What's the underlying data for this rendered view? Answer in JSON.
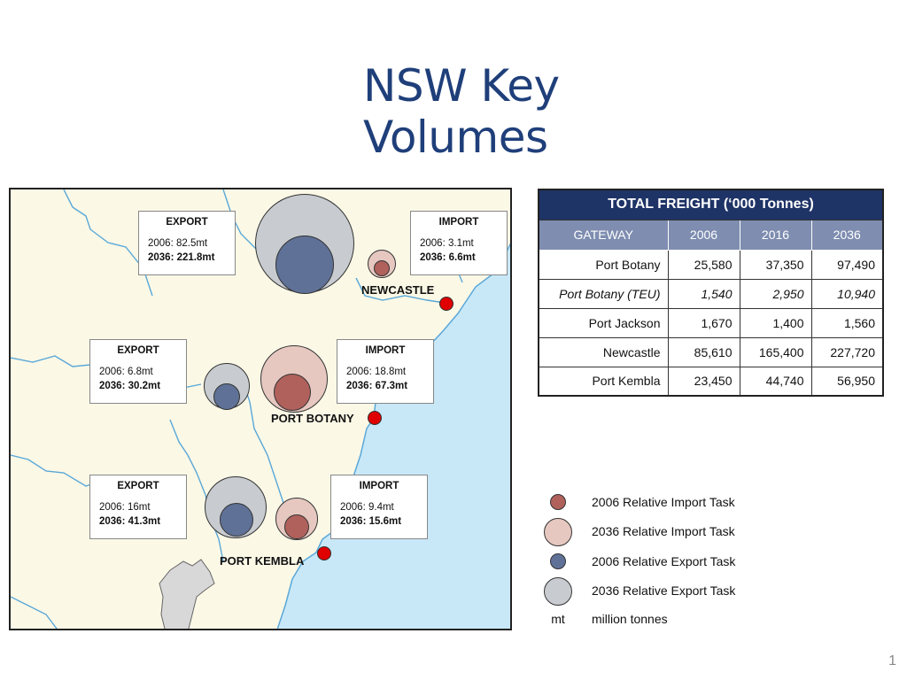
{
  "title": "NSW Key Volumes",
  "colors": {
    "import_2006": "#b0615c",
    "import_2036": "#e6c8c0",
    "export_2006": "#5f7196",
    "export_2036": "#c8ccd0",
    "port_marker": "#e00000",
    "table_title_bg": "#1e3366",
    "table_header_bg": "#7e8db0",
    "sea": "#c8e8f8",
    "land": "#fbf8e6",
    "rivers": "#5aa8d8"
  },
  "map": {
    "ports": [
      {
        "name": "NEWCASTLE",
        "export": {
          "label": "EXPORT",
          "y2006": "2006: 82.5mt",
          "y2036": "2036: 221.8mt"
        },
        "import": {
          "label": "IMPORT",
          "y2006": "2006: 3.1mt",
          "y2036": "2036: 6.6mt"
        }
      },
      {
        "name": "PORT BOTANY",
        "export": {
          "label": "EXPORT",
          "y2006": "2006: 6.8mt",
          "y2036": "2036: 30.2mt"
        },
        "import": {
          "label": "IMPORT",
          "y2006": "2006: 18.8mt",
          "y2036": "2036: 67.3mt"
        }
      },
      {
        "name": "PORT KEMBLA",
        "export": {
          "label": "EXPORT",
          "y2006": "2006: 16mt",
          "y2036": "2036: 41.3mt"
        },
        "import": {
          "label": "IMPORT",
          "y2006": "2006: 9.4mt",
          "y2036": "2036: 15.6mt"
        }
      }
    ]
  },
  "table": {
    "title": "TOTAL FREIGHT (‘000 Tonnes)",
    "headers": [
      "GATEWAY",
      "2006",
      "2016",
      "2036"
    ],
    "rows": [
      {
        "gateway": "Port Botany",
        "v2006": "25,580",
        "v2016": "37,350",
        "v2036": "97,490"
      },
      {
        "gateway": "Port Botany (TEU)",
        "v2006": "1,540",
        "v2016": "2,950",
        "v2036": "10,940"
      },
      {
        "gateway": "Port Jackson",
        "v2006": "1,670",
        "v2016": "1,400",
        "v2036": "1,560"
      },
      {
        "gateway": "Newcastle",
        "v2006": "85,610",
        "v2016": "165,400",
        "v2036": "227,720"
      },
      {
        "gateway": "Port Kembla",
        "v2006": "23,450",
        "v2016": "44,740",
        "v2036": "56,950"
      }
    ]
  },
  "legend": [
    {
      "label": "2006 Relative Import Task"
    },
    {
      "label": "2036 Relative Import Task"
    },
    {
      "label": "2006 Relative Export Task"
    },
    {
      "label": "2036 Relative Export Task"
    },
    {
      "symbol": "mt",
      "label": "million tonnes"
    }
  ],
  "page_number": "1"
}
